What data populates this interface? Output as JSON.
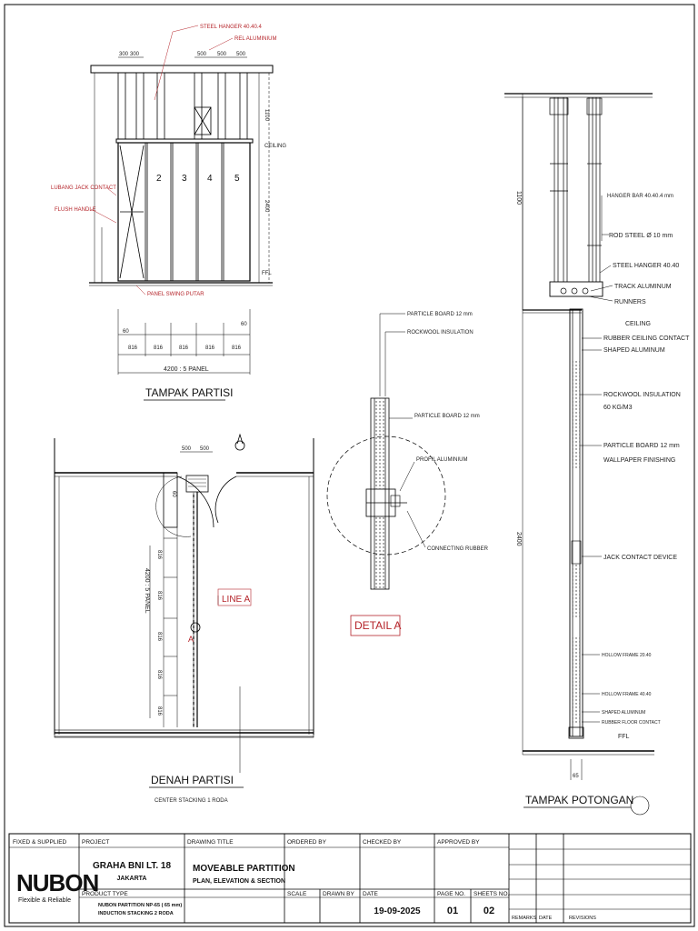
{
  "brand": {
    "logo_text": "NUBON",
    "tagline": "Flexible & Reliable"
  },
  "elevation": {
    "title": "TAMPAK  PARTISI",
    "labels": {
      "steel_hanger": "STEEL HANGER  40.40.4",
      "rel_aluminium": "REL ALUMINIUM",
      "lubang_jack": "LUBANG JACK CONTACT",
      "flush_handle": "FLUSH HANDLE",
      "panel_swing": "PANEL SWING PUTAR",
      "ceiling": "CEILING",
      "ffl": "FFL"
    },
    "panel_numbers": [
      "2",
      "3",
      "4",
      "5"
    ],
    "top_dims": [
      "300",
      "300",
      "500",
      "500",
      "500"
    ],
    "height_dims": {
      "upper": "1100",
      "lower": "2400"
    },
    "bottom_dims": {
      "left": "60",
      "right": "60",
      "panels": [
        "816",
        "816",
        "816",
        "816",
        "816"
      ],
      "total": "4200 : 5 PANEL"
    }
  },
  "plan": {
    "title": "DENAH PARTISI",
    "subtitle": "CENTER STACKING 1 RODA",
    "line_label": "LINE  A",
    "section_mark": "A",
    "top_dims": [
      "500",
      "500"
    ],
    "side_dims": [
      "816",
      "816",
      "816",
      "816",
      "816"
    ],
    "start_dim": "60",
    "total_dim": "4200 : 5 PANEL"
  },
  "detail": {
    "title": "DETAIL A",
    "labels": [
      "PARTICLE BOARD 12 mm",
      "ROCKWOOL INSULATION",
      "PARTICLE BOARD 12 mm",
      "PROFIL ALUMINIUM",
      "CONNECTING RUBBER"
    ]
  },
  "section": {
    "title": "TAMPAK POTONGAN",
    "height_dims": {
      "upper": "1100",
      "lower": "2400"
    },
    "bottom_dim": "65",
    "labels": {
      "hanger_bar": "HANGER  BAR  40.40.4 mm",
      "rod_steel": "ROD STEEL Ø 10 mm",
      "steel_hanger": "STEEL HANGER 40.40",
      "track": "TRACK ALUMINUM",
      "runners": "RUNNERS",
      "ceiling": "CEILING",
      "rubber_ceiling": "RUBBER CEILING CONTACT",
      "shaped_aluminum": "SHAPED ALUMINUM",
      "rockwool_1": "ROCKWOOL INSULATION",
      "rockwool_2": "60 KG/M3",
      "particle_1": "PARTICLE BOARD 12 mm",
      "particle_2": "WALLPAPER FINISHING",
      "jack": "JACK CONTACT DEVICE",
      "hollow_2040": "HOLLOW FRAME 20.40",
      "hollow_4040": "HOLLOW FRAME 40.40",
      "shaped_aluminum_2": "SHAPED ALUMINUM",
      "rubber_floor": "RUBBER FLOOR CONTACT",
      "ffl": "FFL"
    }
  },
  "title_block": {
    "headers": {
      "fixed": "FIXED & SUPPLIED",
      "project": "PROJECT",
      "drawing_title": "DRAWING TITLE",
      "ordered_by": "ORDERED BY",
      "checked_by": "CHECKED BY",
      "approved_by": "APPROVED BY",
      "product_type": "PRODUCT TYPE",
      "scale": "SCALE",
      "drawn_by": "DRAWN BY",
      "date": "DATE",
      "page_no": "PAGE NO.",
      "sheets_no": "SHEETS NO.",
      "remarks": "REMARKS",
      "date2": "DATE",
      "revisions": "REVISIONS"
    },
    "project_name": "GRAHA BNI LT. 18",
    "project_city": "JAKARTA",
    "drawing_title_1": "MOVEABLE PARTITION",
    "drawing_title_2": "PLAN, ELEVATION & SECTION",
    "product_1": "NUBON PARTITION NP-65 ( 65 mm)",
    "product_2": "INDUCTION STACKING 2 RODA",
    "date": "19-09-2025",
    "page_no": "01",
    "sheets_no": "02"
  }
}
